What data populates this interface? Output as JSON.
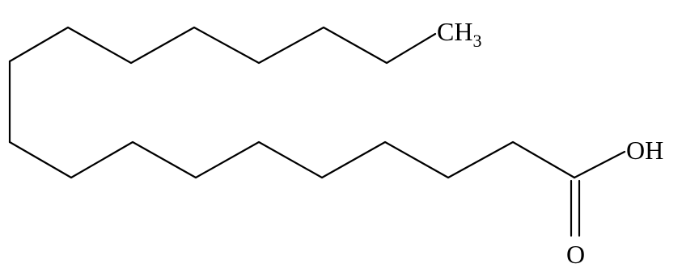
{
  "molecule": {
    "terminal_group": {
      "main": "CH",
      "subscript": "3"
    },
    "hydroxyl_label": "OH",
    "carbonyl_oxygen_label": "O"
  },
  "colors": {
    "background": "#ffffff",
    "ink": "#000000"
  }
}
